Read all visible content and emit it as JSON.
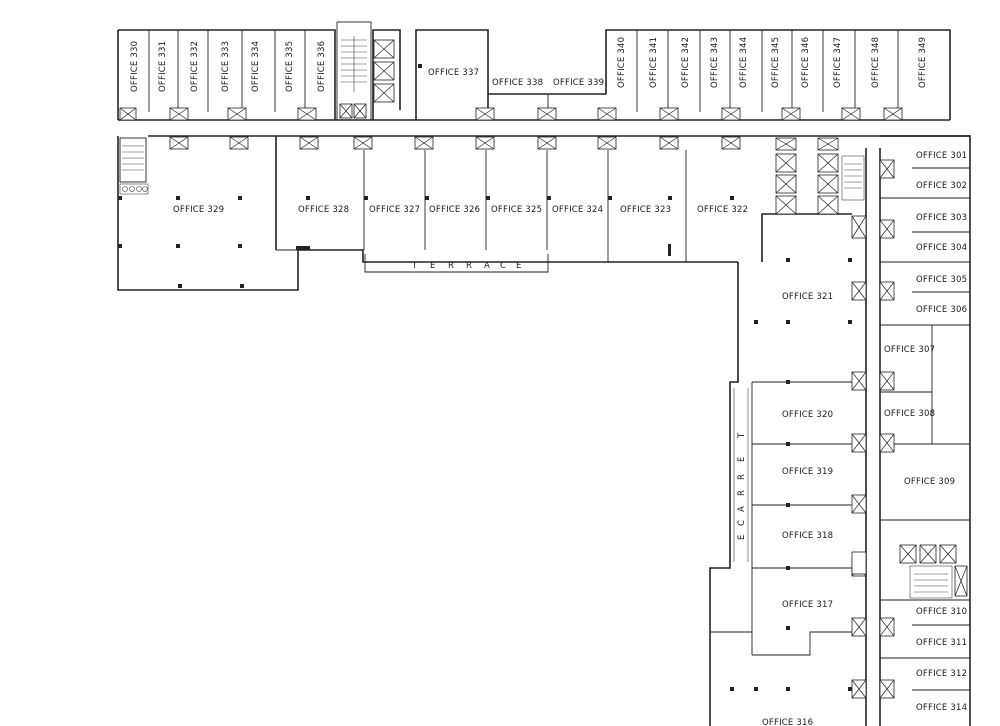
{
  "plan": {
    "offices_top": [
      "OFFICE 330",
      "OFFICE 331",
      "OFFICE 332",
      "OFFICE 333",
      "OFFICE 334",
      "OFFICE 335",
      "OFFICE 336"
    ],
    "offices_top_right": [
      "OFFICE 340",
      "OFFICE 341",
      "OFFICE 342",
      "OFFICE 343",
      "OFFICE 344",
      "OFFICE 345",
      "OFFICE 346",
      "OFFICE 347",
      "OFFICE 348",
      "OFFICE 349"
    ],
    "office_337": "OFFICE 337",
    "office_338": "OFFICE 338",
    "office_339": "OFFICE 339",
    "offices_mid": [
      "OFFICE 329",
      "OFFICE 328",
      "OFFICE 327",
      "OFFICE 326",
      "OFFICE 325",
      "OFFICE 324",
      "OFFICE 323",
      "OFFICE 322"
    ],
    "offices_right_small": [
      "OFFICE 301",
      "OFFICE 302",
      "OFFICE 303",
      "OFFICE 304",
      "OFFICE 305",
      "OFFICE 306",
      "OFFICE 307",
      "OFFICE 308"
    ],
    "office_309": "OFFICE 309",
    "offices_lower_small": [
      "OFFICE 310",
      "OFFICE 311",
      "OFFICE 312",
      "OFFICE 314"
    ],
    "offices_east": [
      "OFFICE 321",
      "OFFICE 320",
      "OFFICE 319",
      "OFFICE 318",
      "OFFICE 317",
      "OFFICE 316"
    ],
    "terrace_letters": [
      "T",
      "E",
      "R",
      "R",
      "A",
      "C",
      "E"
    ]
  }
}
